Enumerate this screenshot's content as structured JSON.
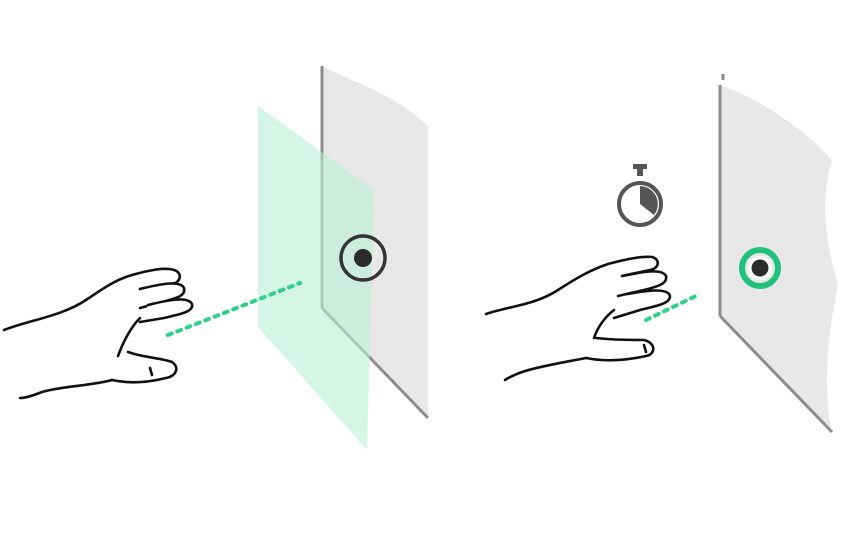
{
  "colors": {
    "background": "#ffffff",
    "panel_fill": "#e8e8e8",
    "panel_edge": "#8c8c8c",
    "hover_plane": "#b9efd6",
    "pointer_ray": "#2fd08a",
    "button_ring_idle": "#333333",
    "button_ring_active": "#1ec27a",
    "button_core": "#2b2b2b",
    "timer_icon": "#555555",
    "hand_stroke": "#111111"
  },
  "scenes": [
    {
      "id": "left",
      "elements": [
        "hand-icon",
        "pointer-ray",
        "hover-plane",
        "panel",
        "button"
      ],
      "button_state": "idle"
    },
    {
      "id": "right",
      "elements": [
        "hand-icon",
        "pointer-ray",
        "panel",
        "button",
        "stopwatch-icon"
      ],
      "button_state": "active"
    }
  ]
}
